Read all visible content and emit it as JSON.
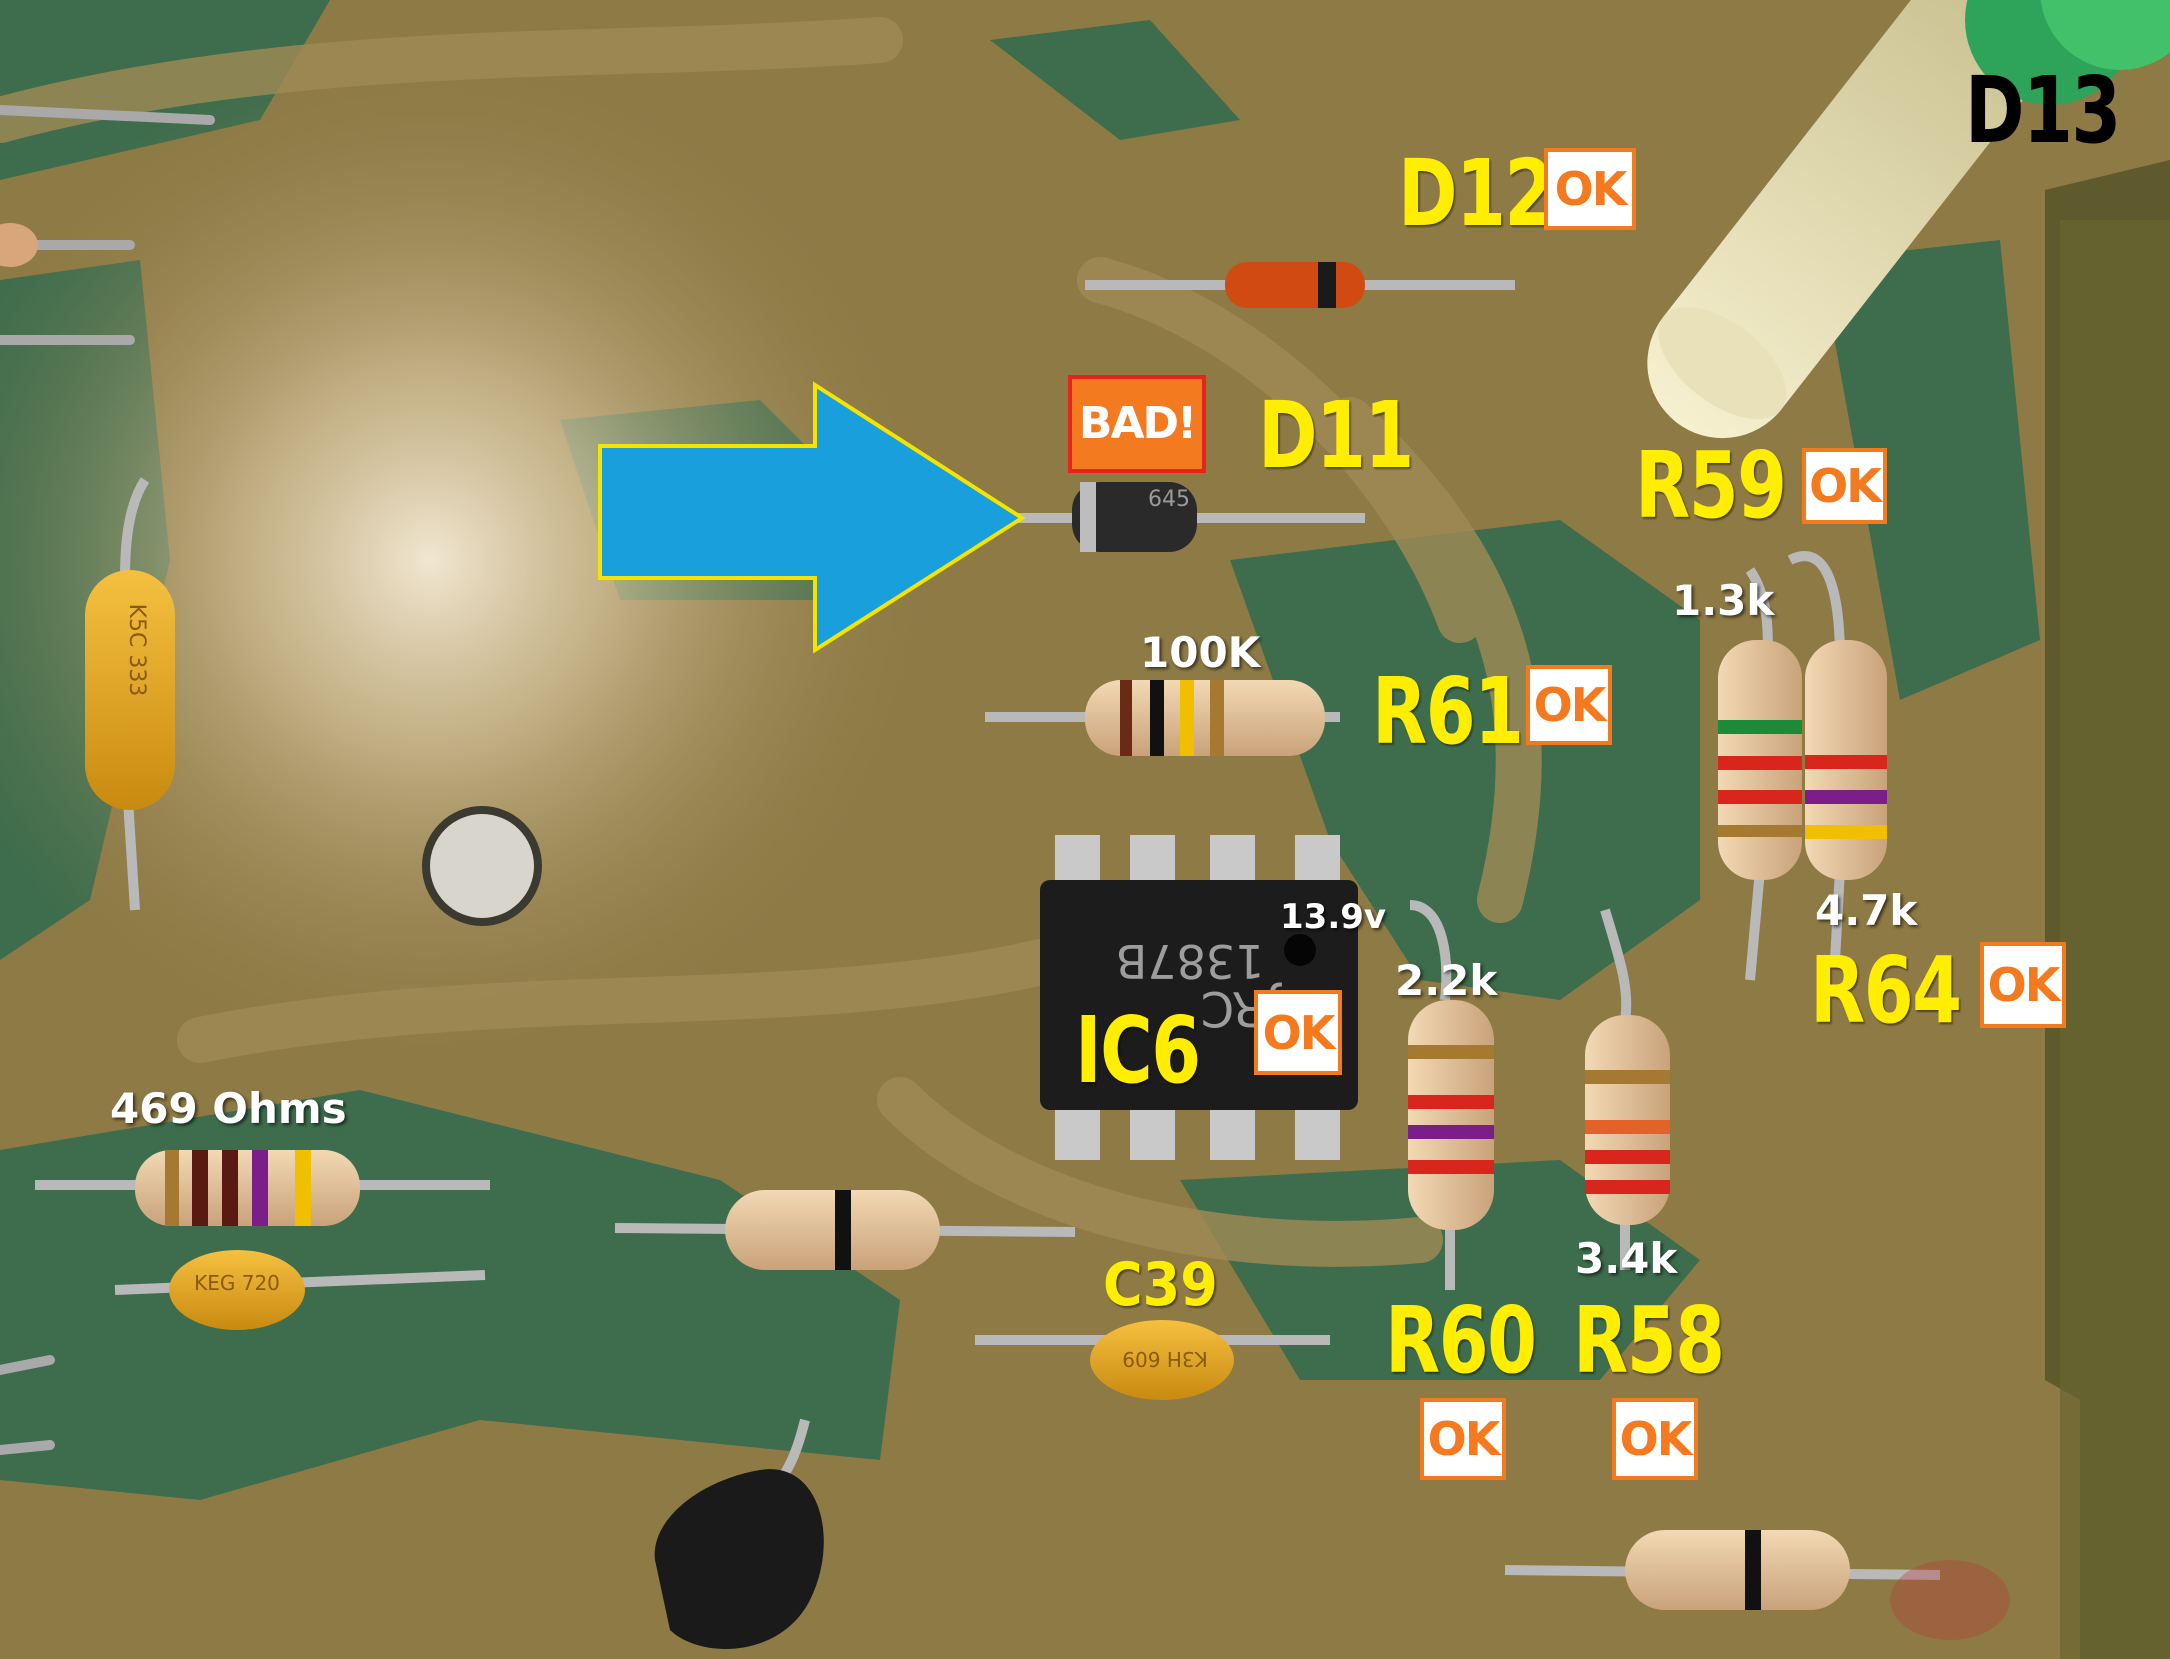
{
  "labels": {
    "d13": "D13",
    "d12": "D12",
    "d11": "D11",
    "r59": "R59",
    "r61": "R61",
    "r64": "R64",
    "ic6": "IC6",
    "c39": "C39",
    "r60": "R60",
    "r58": "R58"
  },
  "values": {
    "r59": "1.3k",
    "r61": "100K",
    "r64": "4.7k",
    "voltage": "13.9v",
    "r60": "2.2k",
    "r58": "3.4k",
    "ohms": "469 Ohms"
  },
  "status": {
    "ok": "OK",
    "bad": "BAD!"
  },
  "chip": {
    "marking_1": "1387B",
    "marking_2": "JRC"
  },
  "component_text": {
    "d11_body": "645",
    "cap_left": "K5C 333",
    "cap_bottom_left": "KEG 720",
    "c39_body": "K3H 609"
  },
  "colors": {
    "board": "#8e7a45",
    "trace_green": "#2f6b4f",
    "arrow_fill": "#189fdc",
    "arrow_outline": "#f4e400",
    "label_yellow": "#ffee00",
    "badge_orange": "#f47a20",
    "bad_border": "#e8231c"
  }
}
